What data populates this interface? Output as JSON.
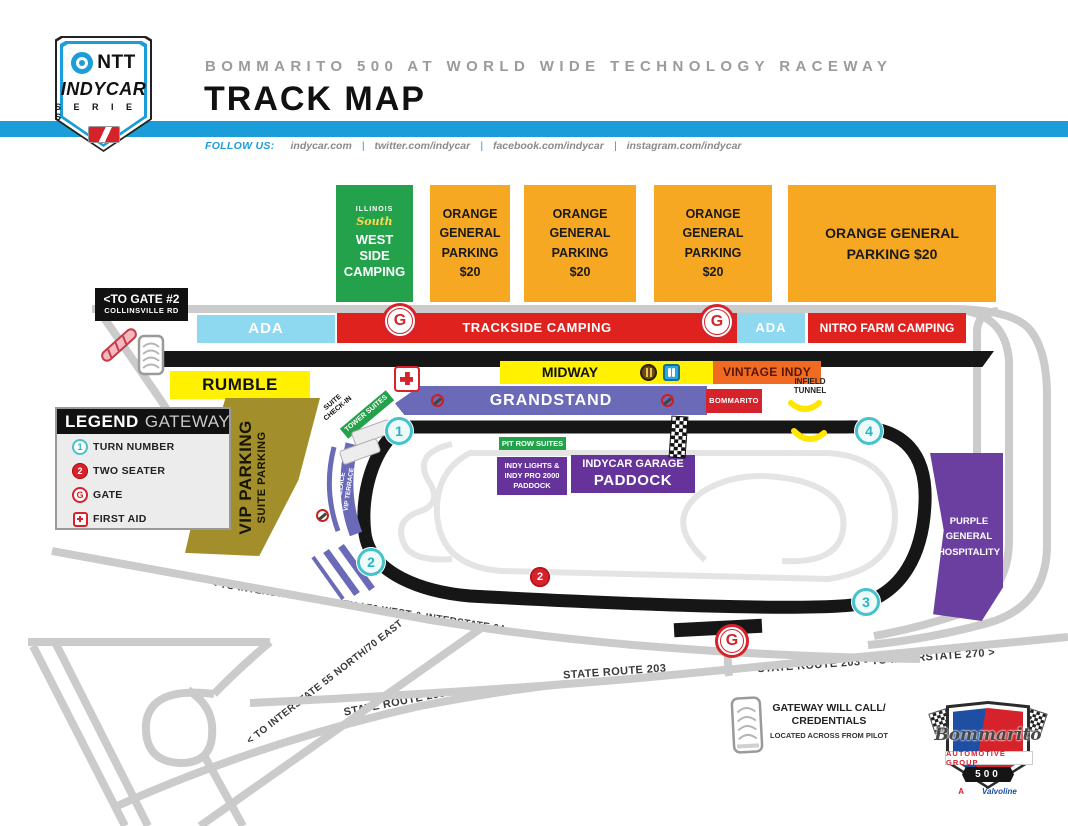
{
  "colors": {
    "header_blue": "#1B9DD9",
    "orange": "#F7A823",
    "green": "#23A24B",
    "red": "#E0221F",
    "light_blue": "#8ED8F0",
    "yellow": "#FFF100",
    "grandstand_purple": "#6A6AB8",
    "paddock_purple": "#66339B",
    "hospitality_purple": "#6B3FA0",
    "vip_olive": "#A28E2A",
    "road_gray": "#CBCBCB",
    "track_black": "#161616",
    "turn_teal": "#45C2CB"
  },
  "header": {
    "logo": {
      "ntt": "NTT",
      "indycar": "INDYCAR",
      "series": "S E R I E S"
    },
    "event_title": "BOMMARITO 500 AT WORLD WIDE TECHNOLOGY RACEWAY",
    "page_title": "TRACK MAP",
    "follow": {
      "label": "FOLLOW US:",
      "separator": "|",
      "links": [
        "indycar.com",
        "twitter.com/indycar",
        "facebook.com/indycar",
        "instagram.com/indycar"
      ]
    }
  },
  "camping": {
    "illinois_line1": "ILLINOIS",
    "illinois_line2": "South",
    "west_side": "WEST SIDE CAMPING",
    "orange_small": "ORANGE GENERAL PARKING $20",
    "orange_wide": "ORANGE GENERAL PARKING $20",
    "ada": "ADA",
    "trackside": "TRACKSIDE CAMPING",
    "nitro_farm": "NITRO FARM CAMPING"
  },
  "venues": {
    "rumble": "RUMBLE",
    "midway": "MIDWAY",
    "vintage_indy": "VINTAGE INDY",
    "grandstand": "GRANDSTAND",
    "bommarito_stand": "BOMMARITO",
    "infield_tunnel_1": "INFIELD",
    "infield_tunnel_2": "TUNNEL",
    "vip_parking": "VIP PARKING",
    "suite_parking": "SUITE PARKING",
    "suite_check_in": "SUITE CHECK-IN",
    "tower_suites": "TOWER SUITES",
    "terrace_1": "WALLACE",
    "terrace_2": "VIP TERRACE",
    "pit_row_suites": "PIT ROW SUITES",
    "lights_paddock_1": "INDY LIGHTS &",
    "lights_paddock_2": "INDY PRO 2000",
    "lights_paddock_3": "PADDOCK",
    "garage_paddock_1": "INDYCAR GARAGE",
    "garage_paddock_2": "PADDOCK",
    "hospitality": "PURPLE GENERAL HOSPITALITY"
  },
  "legend": {
    "title_bold": "LEGEND",
    "title_light": "GATEWAY",
    "items": [
      {
        "label": "TURN NUMBER"
      },
      {
        "label": "TWO SEATER"
      },
      {
        "label": "GATE"
      },
      {
        "label": "FIRST AID"
      }
    ]
  },
  "markers": {
    "turn_1": "1",
    "turn_2": "2",
    "turn_3": "3",
    "turn_4": "4",
    "two_seater": "2",
    "gate": "G"
  },
  "roads": {
    "gate2_line1": "<TO GATE #2",
    "gate2_line2": "COLLINSVILLE RD",
    "i55_south": "< TO INTERSTATE 55 SOUTH / 70 WEST & INTERSTATE 64",
    "i55_north": "< TO INTERSTATE 55 NORTH/70 EAST",
    "sr203_left": "STATE ROUTE 203",
    "sr203_right": "STATE ROUTE 203",
    "sr203_i270": "STATE ROUTE 203 - TO INTERSTATE 270 >"
  },
  "will_call": {
    "line1": "GATEWAY WILL CALL/",
    "line2": "CREDENTIALS",
    "line3": "LOCATED ACROSS FROM PILOT"
  },
  "event_logo": {
    "script": "Bommarito",
    "sub": "AUTOMOTIVE GROUP",
    "number": "500",
    "sponsor_left": "A",
    "sponsor_right": "Valvoline"
  }
}
